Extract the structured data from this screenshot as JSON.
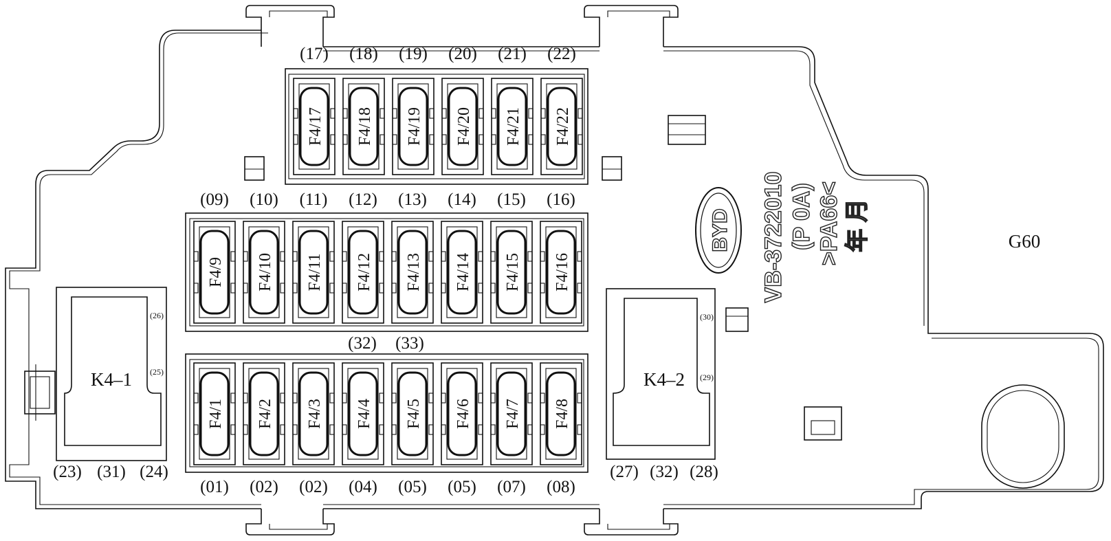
{
  "top_row": {
    "numbers": [
      "(17)",
      "(18)",
      "(19)",
      "(20)",
      "(21)",
      "(22)"
    ],
    "fuses": [
      "F4/17",
      "F4/18",
      "F4/19",
      "F4/20",
      "F4/21",
      "F4/22"
    ]
  },
  "middle_row": {
    "numbers": [
      "(09)",
      "(10)",
      "(11)",
      "(12)",
      "(13)",
      "(14)",
      "(15)",
      "(16)"
    ],
    "fuses": [
      "F4/9",
      "F4/10",
      "F4/11",
      "F4/12",
      "F4/13",
      "F4/14",
      "F4/15",
      "F4/16"
    ]
  },
  "bottom_row": {
    "numbers": [
      "(01)",
      "(02)",
      "(02)",
      "(04)",
      "(05)",
      "(05)",
      "(07)",
      "(08)"
    ],
    "fuses": [
      "F4/1",
      "F4/2",
      "F4/3",
      "F4/4",
      "F4/5",
      "F4/6",
      "F4/7",
      "F4/8"
    ],
    "upper_numbers": [
      "(32)",
      "(33)"
    ]
  },
  "relay_left": {
    "label": "K4–1",
    "pin_top": "(26)",
    "pin_mid": "(25)",
    "bottom_numbers": [
      "(23)",
      "(31)",
      "(24)"
    ]
  },
  "relay_right": {
    "label": "K4–2",
    "pin_top": "(30)",
    "pin_mid": "(29)",
    "bottom_numbers": [
      "(27)",
      "(32)",
      "(28)"
    ]
  },
  "box_label": "G60",
  "logo_text": "BYD",
  "marking": {
    "line1": "VB-3722010",
    "line2": "(P 0A)",
    "line3": ">PA66<",
    "line4": "年  月"
  }
}
